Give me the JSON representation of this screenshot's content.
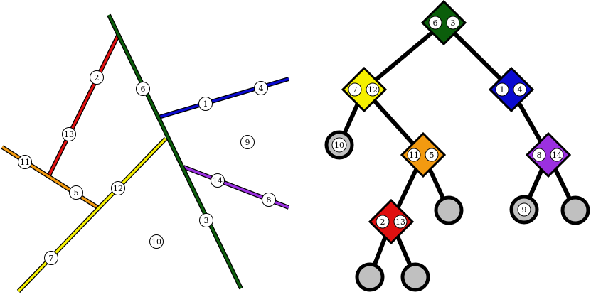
{
  "left_panel": {
    "segments": [
      {
        "id": "green",
        "color": "#0b5e0b"
      },
      {
        "id": "blue",
        "color": "#0a0ad0"
      },
      {
        "id": "red",
        "color": "#e01010"
      },
      {
        "id": "orange",
        "color": "#f39a10"
      },
      {
        "id": "yellow",
        "color": "#f5f000"
      },
      {
        "id": "purple",
        "color": "#9b30e0"
      }
    ],
    "segment_labels": [
      "1",
      "2",
      "3",
      "4",
      "5",
      "6",
      "7",
      "8",
      "11",
      "12",
      "13",
      "14"
    ],
    "region_labels": [
      "9",
      "10"
    ]
  },
  "right_panel": {
    "nodes": [
      {
        "id": "root",
        "color": "#0b5e0b",
        "labels": [
          "6",
          "3"
        ]
      },
      {
        "id": "n_yellow",
        "color": "#f5f000",
        "labels": [
          "7",
          "12"
        ]
      },
      {
        "id": "n_blue",
        "color": "#0a0ad0",
        "labels": [
          "1",
          "4"
        ]
      },
      {
        "id": "n_orange",
        "color": "#f39a10",
        "labels": [
          "11",
          "5"
        ]
      },
      {
        "id": "n_purple",
        "color": "#9b30e0",
        "labels": [
          "8",
          "14"
        ]
      },
      {
        "id": "n_red",
        "color": "#e01010",
        "labels": [
          "2",
          "13"
        ]
      }
    ],
    "leaves": [
      {
        "id": "leaf_10",
        "label": "10"
      },
      {
        "id": "leaf_9",
        "label": "9"
      },
      {
        "id": "leaf_empty_1",
        "label": ""
      },
      {
        "id": "leaf_empty_2",
        "label": ""
      },
      {
        "id": "leaf_empty_3",
        "label": ""
      },
      {
        "id": "leaf_empty_4",
        "label": ""
      }
    ],
    "leaf_fill": "#c0c0c0"
  }
}
